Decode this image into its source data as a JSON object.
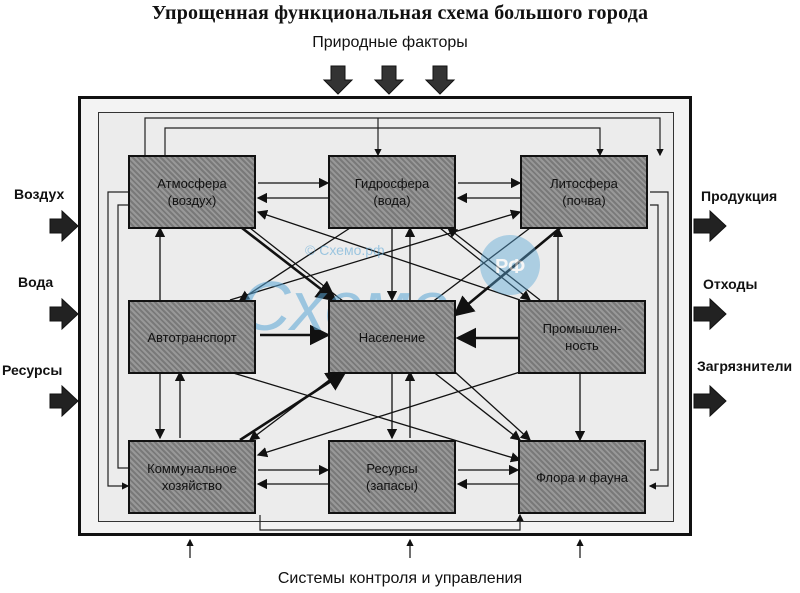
{
  "title": "Упрощенная функциональная схема большого города",
  "top_label": "Природные факторы",
  "bottom_label": "Системы контроля и управления",
  "inputs": [
    "Воздух",
    "Вода",
    "Ресурсы"
  ],
  "outputs": [
    "Продукция",
    "Отходы",
    "Загрязнители"
  ],
  "nodes": {
    "atmosphere": "Атмосфера\n(воздух)",
    "hydrosphere": "Гидросфера\n(вода)",
    "lithosphere": "Литосфера\n(почва)",
    "transport": "Автотранспорт",
    "population": "Население",
    "industry": "Промышлен-\nность",
    "utilities": "Коммунальное\nхозяйство",
    "resources": "Ресурсы\n(запасы)",
    "flora": "Флора и фауна"
  },
  "watermark": {
    "line1": "© Схемо.рф",
    "word": "Схемо",
    "badge": "РФ"
  },
  "colors": {
    "node_fill": "#8a8a8a",
    "arrow": "#111111",
    "watermark": "#5aa6d6"
  }
}
